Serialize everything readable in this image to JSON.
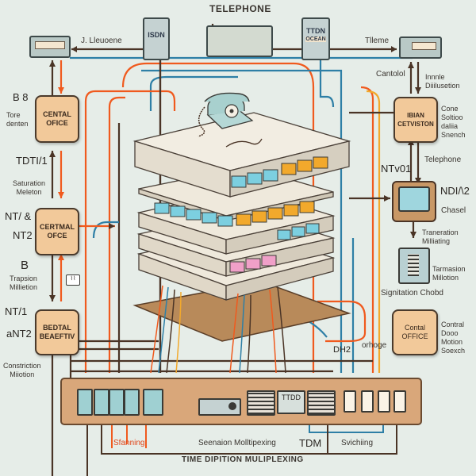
{
  "title": "TELEPHONE",
  "top": {
    "left_device_label": "J. Lleuoene",
    "isdn_left_label": "ISDN",
    "isdn_right_label": "TTDN",
    "isdn_right_sub": "OCEAN",
    "right_arrow_label": "Tlleme",
    "right_control_label": "Cantolol",
    "right_distribution_label": "Innnle\nDiiilusetion"
  },
  "left": {
    "b8": "B 8",
    "tone_label": "Tore\ndenten",
    "office1": "CENTAL\nOFICE",
    "tdti": "TDTI/1",
    "saturation_label": "Saturation\nMeleton",
    "nt_and": "NT/ &",
    "nt2": "NT2",
    "office2": "CERTMAL\nOFCE",
    "b": "B",
    "traposion_label": "Trapsion\nMillietion",
    "nt1": "NT/1",
    "ant2": "aNT2",
    "office3": "BEDTAL\nBEAEFTIV",
    "constriction_label": "Constriction\nMiiotion"
  },
  "right": {
    "office1": "IBIAN\nCETVISTON",
    "cone_label": "Cone\nSoltioo\ndaliia\nSnench",
    "ntv01": "NTv01",
    "telephone_label": "Telephone",
    "nd12": "NDI/\\2",
    "chassis_label": "Chasel",
    "transmission_label": "Traneration\nMilliating",
    "transmission2_label": "Tarmasion\nMillotion",
    "signal_label": "Signitation Chobd",
    "office2": "Contal\nOFFICE",
    "office2_side": "Contral\nDooo\nMotion\nSoexch",
    "orthog_label": "orhoge",
    "dh2": "DH2"
  },
  "bottom": {
    "td_label": "TTDD",
    "signaling": "Sfanning",
    "session": "Seenaion Molltipexing",
    "tdm": "TDM",
    "switching": "Svichiing",
    "caption": "TIME DIPITION MULIPLEXING"
  },
  "colors": {
    "background": "#e6ede8",
    "office": "#f2c99a",
    "wire_orange": "#f05a1e",
    "wire_blue": "#2e7fa6",
    "wire_brown": "#4a3426",
    "module_cyan": "#7ccfe0",
    "module_orange": "#f2a92c",
    "module_pink": "#f0a0c8"
  }
}
